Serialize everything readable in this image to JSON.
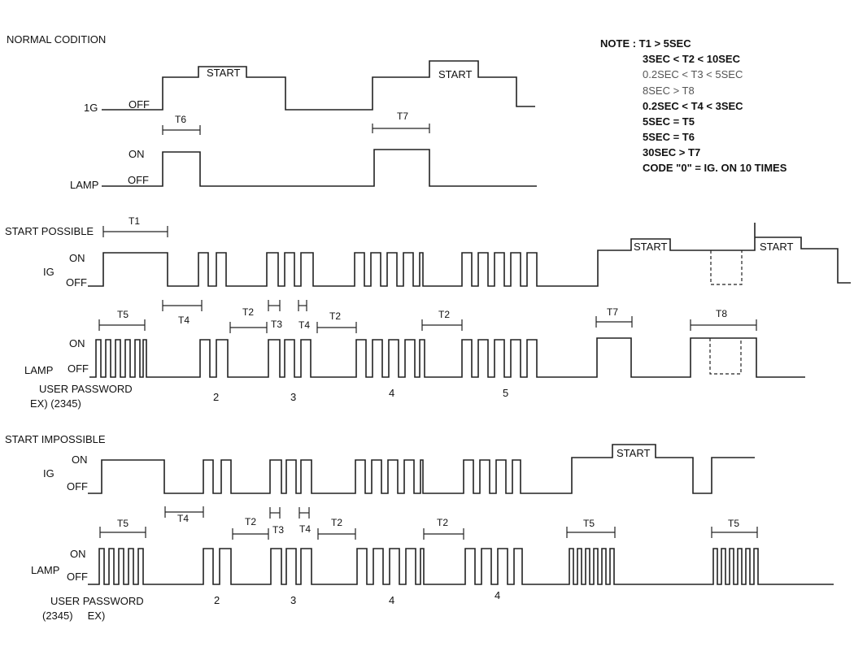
{
  "sections": {
    "normal": "NORMAL CODITION",
    "possible": "START POSSIBLE",
    "impossible": "START IMPOSSIBLE"
  },
  "notes": [
    {
      "text": "NOTE : T1 > 5SEC",
      "style": "bold"
    },
    {
      "text": "3SEC < T2 < 10SEC",
      "style": "bold"
    },
    {
      "text": "0.2SEC < T3 < 5SEC",
      "style": "light"
    },
    {
      "text": "8SEC > T8",
      "style": "light"
    },
    {
      "text": "0.2SEC < T4 < 3SEC",
      "style": "bold"
    },
    {
      "text": "5SEC = T5",
      "style": "bold"
    },
    {
      "text": "5SEC = T6",
      "style": "bold"
    },
    {
      "text": "30SEC > T7",
      "style": "bold"
    },
    {
      "text": "CODE \"0\" = IG. ON 10 TIMES",
      "style": "bold"
    }
  ],
  "labels": {
    "ig_normal": "1G",
    "ig": "IG",
    "lamp": "LAMP",
    "on": "ON",
    "off": "OFF",
    "start": "START"
  },
  "password": {
    "possible": [
      "USER PASSWORD",
      "EX)  (2345)"
    ],
    "impossible": [
      "USER PASSWORD",
      "(2345)     EX)"
    ]
  },
  "digits": {
    "possible": [
      "2",
      "3",
      "4",
      "5"
    ],
    "impossible": [
      "2",
      "3",
      "4",
      "4"
    ]
  },
  "timings": {
    "T1": "T1",
    "T2": "T2",
    "T3": "T3",
    "T4": "T4",
    "T5": "T5",
    "T6": "T6",
    "T7": "T7",
    "T8": "T8"
  }
}
